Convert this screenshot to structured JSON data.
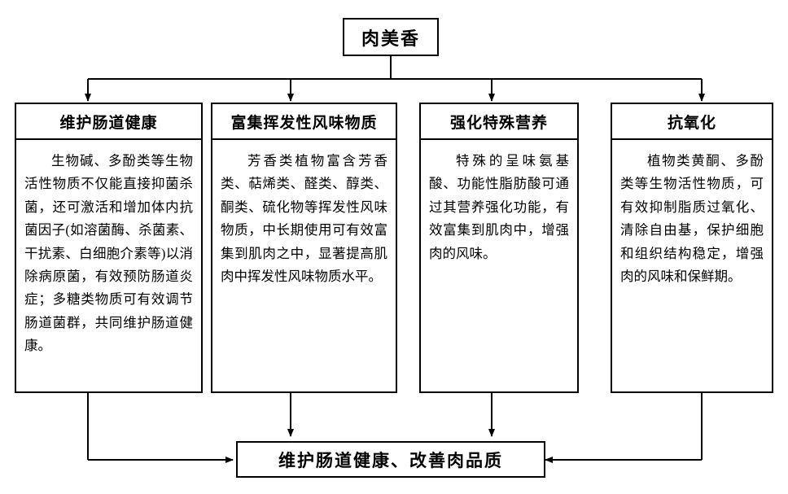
{
  "diagram": {
    "title_box": {
      "label": "肉美香"
    },
    "columns": [
      {
        "head": "维护肠道健康",
        "body": "生物碱、多酚类等生物活性物质不仅能直接抑菌杀菌，还可激活和增加体内抗菌因子(如溶菌酶、杀菌素、干扰素、白细胞介素等)以消除病原菌，有效预防肠道炎症；多糖类物质可有效调节肠道菌群，共同维护肠道健康。"
      },
      {
        "head": "富集挥发性风味物质",
        "body": "芳香类植物富含芳香类、萜烯类、醛类、醇类、酮类、硫化物等挥发性风味物质，中长期使用可有效富集到肌肉之中，显著提高肌肉中挥发性风味物质水平。"
      },
      {
        "head": "强化特殊营养",
        "body": "特殊的呈味氨基酸、功能性脂肪酸可通过其营养强化功能，有效富集到肌肉中，增强肉的风味。"
      },
      {
        "head": "抗氧化",
        "body": "植物类黄酮、多酚类等生物活性物质，可有效抑制脂质过氧化、清除自由基，保护细胞和组织结构稳定，增强肉的风味和保鲜期。"
      }
    ],
    "bottom_box": {
      "label": "维护肠道健康、改善肉品质"
    },
    "colors": {
      "stroke": "#000000",
      "background": "#ffffff",
      "text": "#000000"
    }
  }
}
